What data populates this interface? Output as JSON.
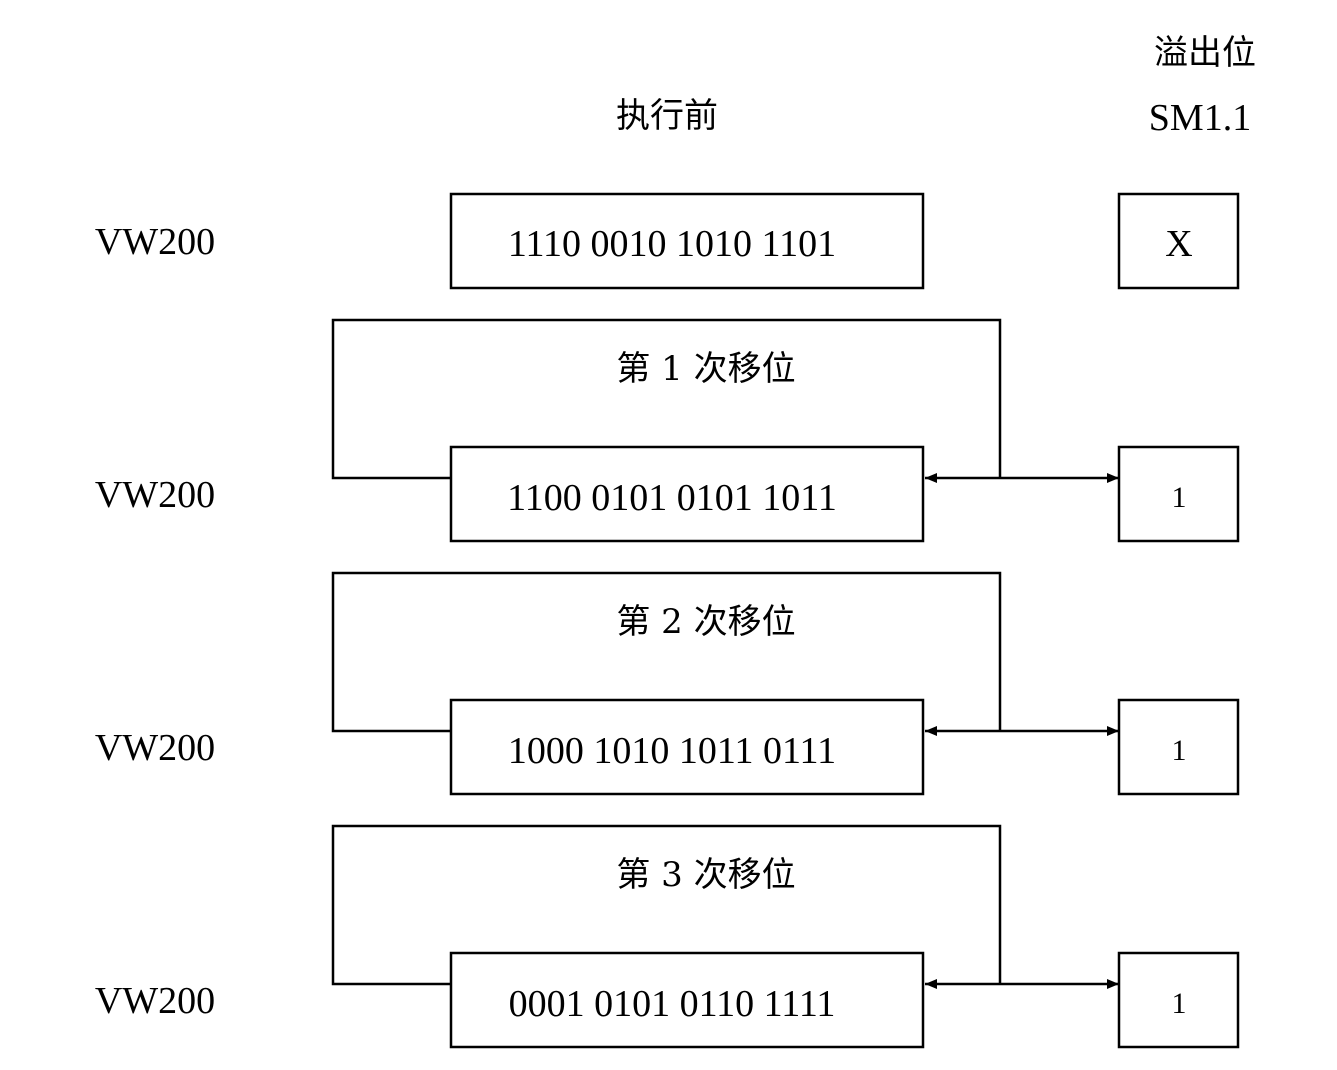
{
  "header": {
    "overflow_title": "溢出位",
    "overflow_reg": "SM1.1",
    "before_label": "执行前"
  },
  "rows": [
    {
      "reg_label": "VW200",
      "value": "1110 0010 1010 1101",
      "overflow": "X",
      "shift_label": ""
    },
    {
      "reg_label": "VW200",
      "value": "1100 0101 0101 1011",
      "overflow": "1",
      "shift_label": "第 1 次移位"
    },
    {
      "reg_label": "VW200",
      "value": "1000 1010 1011 0111",
      "overflow": "1",
      "shift_label": "第 2 次移位"
    },
    {
      "reg_label": "VW200",
      "value": "0001 0101 0110 1111",
      "overflow": "1",
      "shift_label": "第 3 次移位"
    }
  ]
}
